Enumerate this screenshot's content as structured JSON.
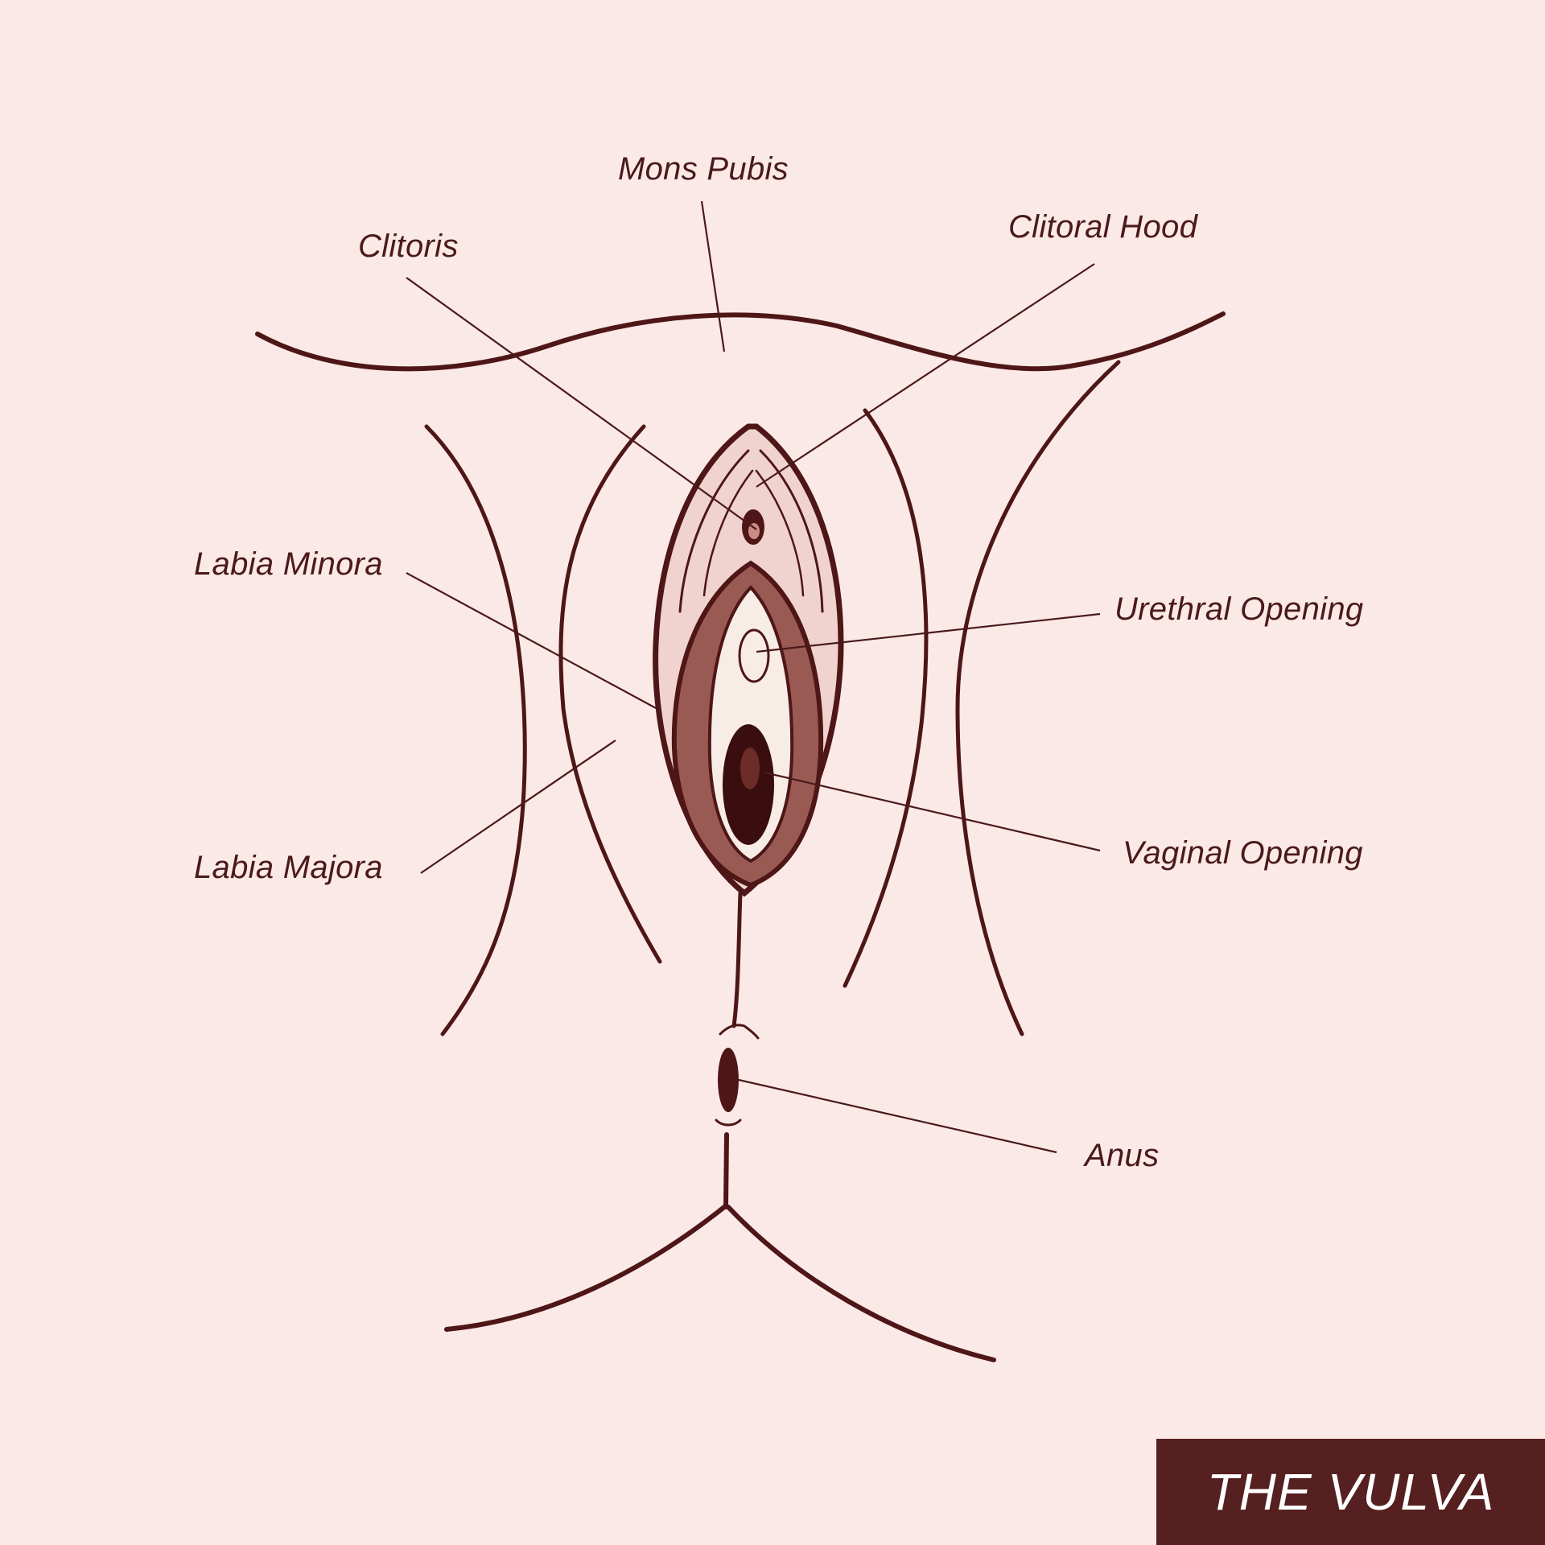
{
  "title": "THE VULVA",
  "labels": {
    "mons_pubis": "Mons Pubis",
    "clitoris": "Clitoris",
    "clitoral_hood": "Clitoral Hood",
    "labia_minora": "Labia Minora",
    "urethral_opening": "Urethral Opening",
    "labia_majora": "Labia Majora",
    "vaginal_opening": "Vaginal Opening",
    "anus": "Anus"
  },
  "colors": {
    "background": "#fbe9e8",
    "ink": "#4e1616",
    "title_box": "#55201f",
    "title_text": "#ffffff"
  }
}
